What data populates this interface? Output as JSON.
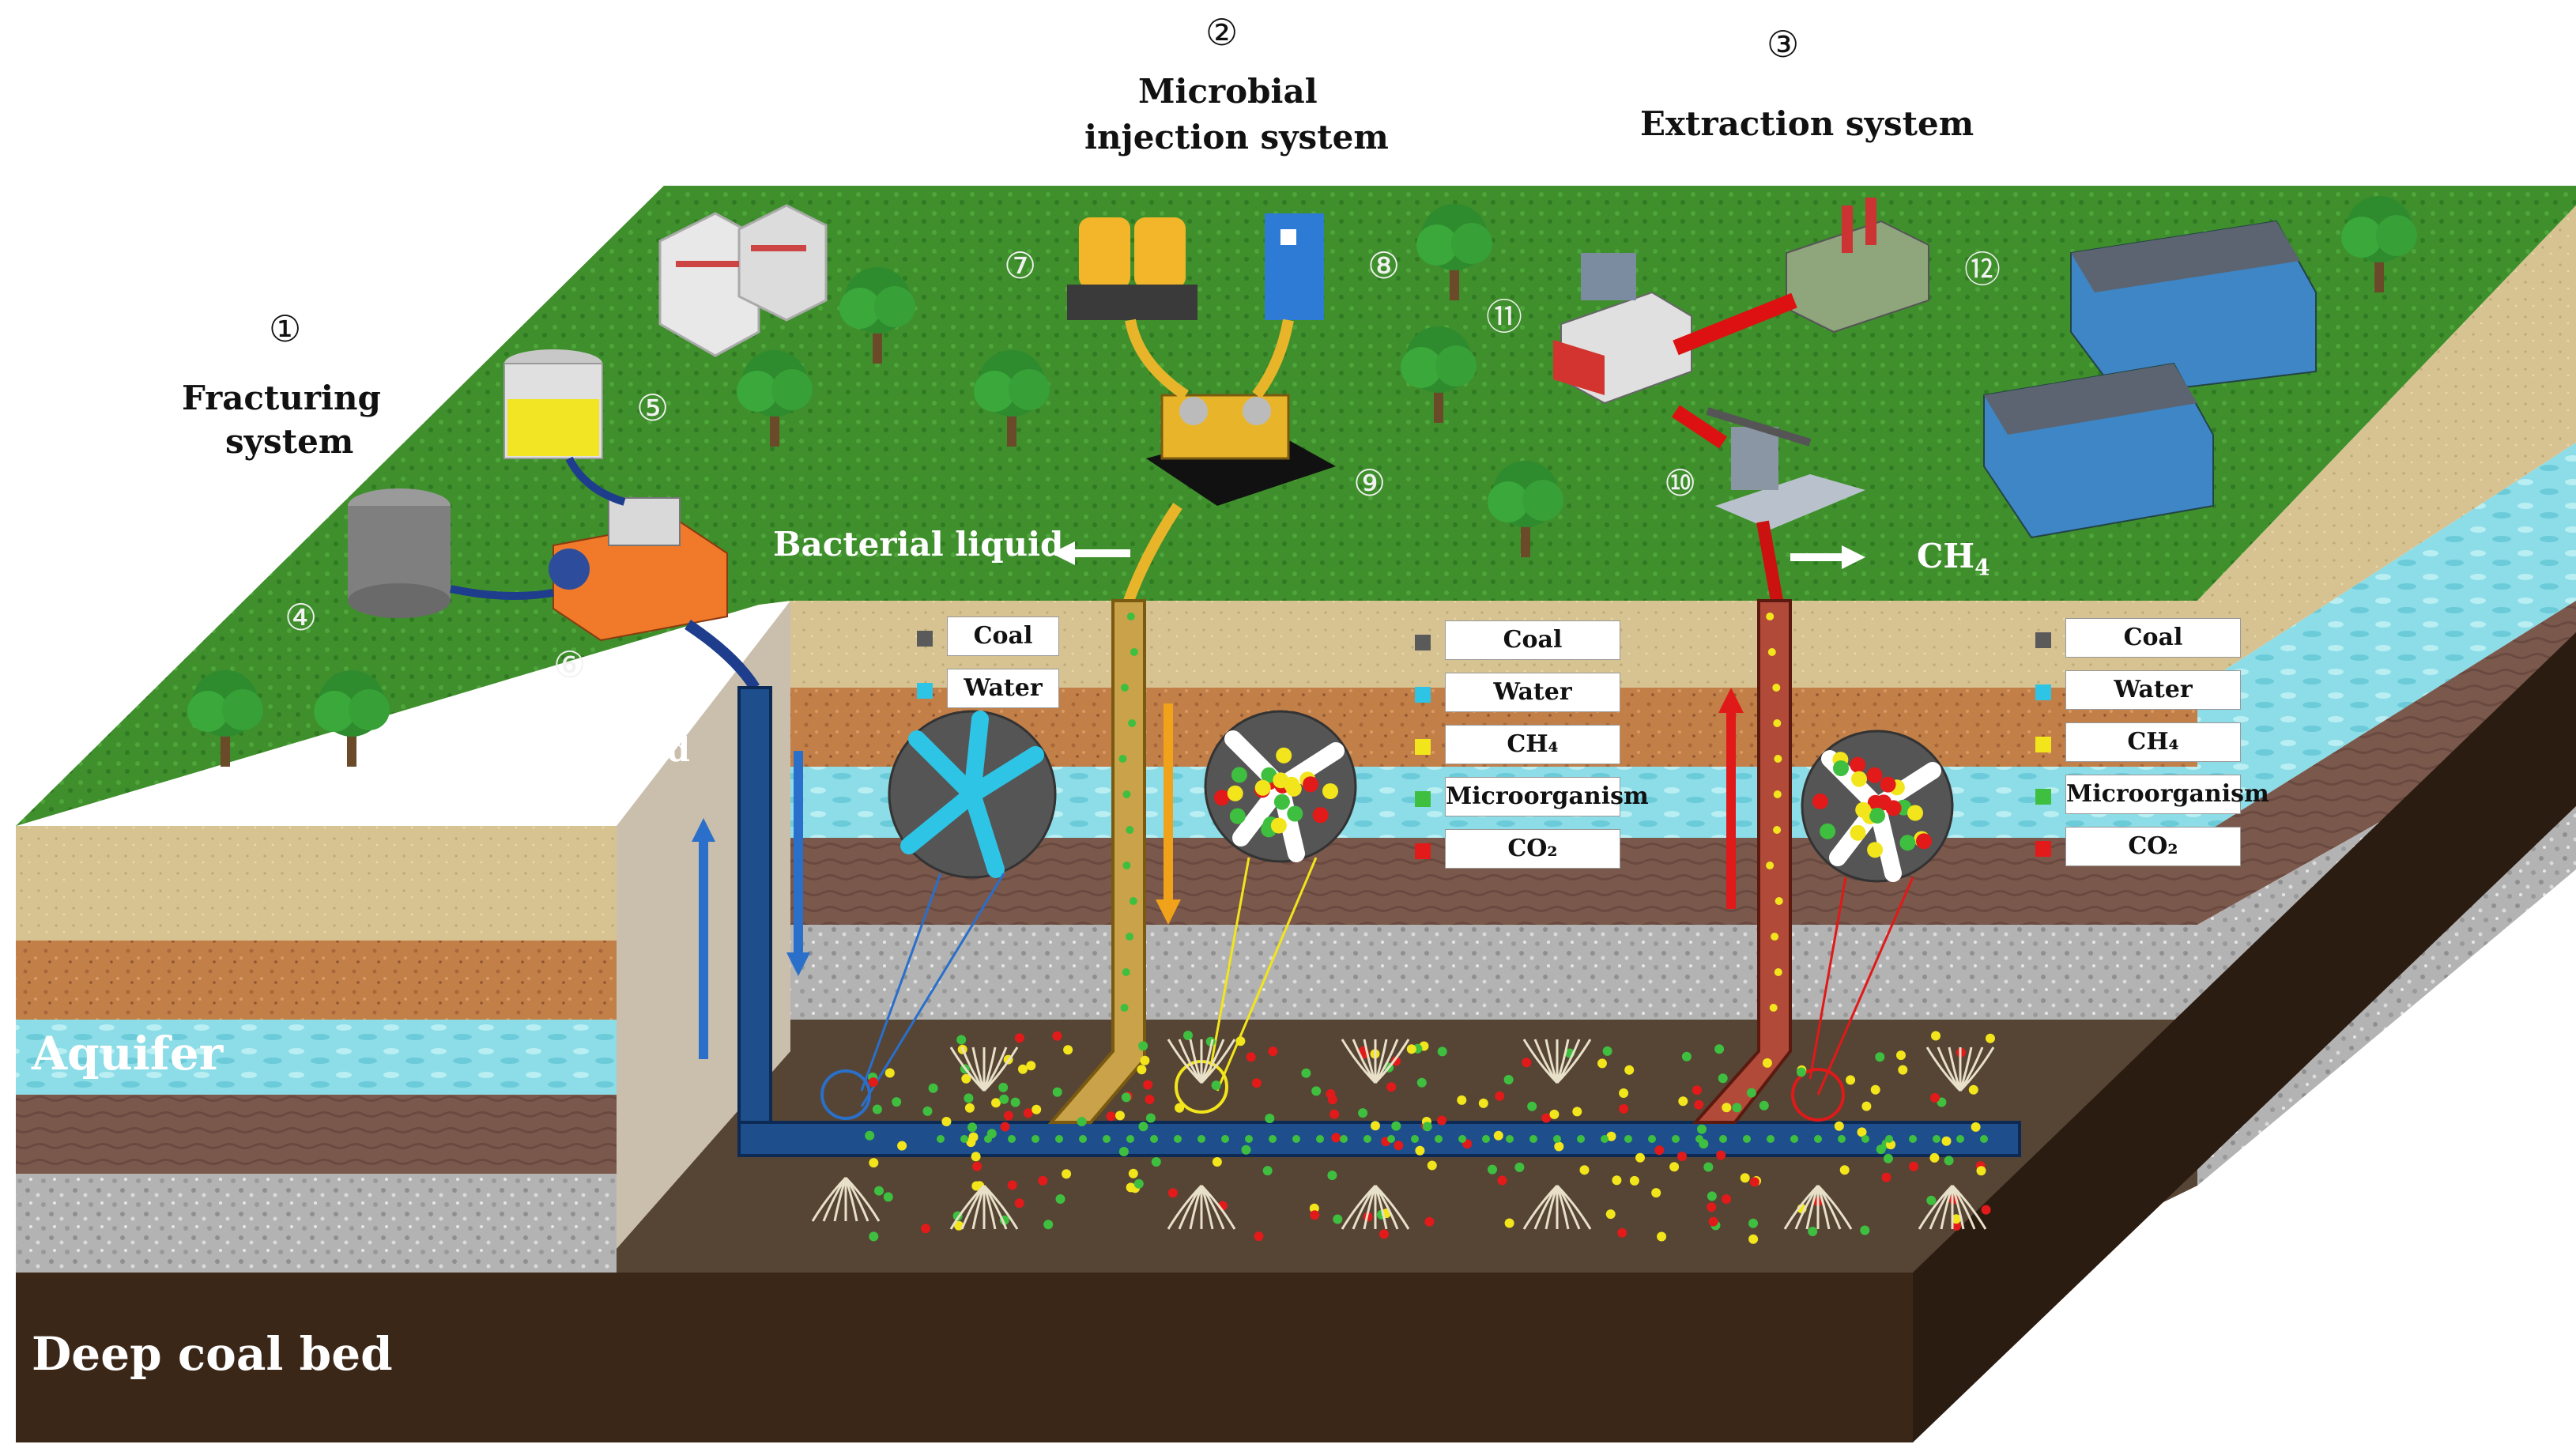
{
  "systems": {
    "fracturing": {
      "number": "①",
      "title_line1": "Fracturing",
      "title_line2": "system"
    },
    "injection": {
      "number": "②",
      "title_line1": "Microbial",
      "title_line2": "injection system"
    },
    "extraction": {
      "number": "③",
      "title": "Extraction system"
    }
  },
  "equipment_numbers": {
    "n4": "④",
    "n5": "⑤",
    "n6": "⑥",
    "n7": "⑦",
    "n8": "⑧",
    "n9": "⑨",
    "n10": "⑩",
    "n11": "⑪",
    "n12": "⑫"
  },
  "flow_labels": {
    "fracturing_fluid": "Fracturing fluid",
    "bacterial_liquid": "Bacterial liquid",
    "ch4": "CH",
    "ch4_sub": "4"
  },
  "strata_labels": {
    "aquifer": "Aquifer",
    "deep_coal_bed": "Deep coal bed"
  },
  "legend_fracturing": [
    {
      "label": "Coal",
      "color": "#5a5a5a"
    },
    {
      "label": "Water",
      "color": "#2ec4e6"
    }
  ],
  "legend_injection": [
    {
      "label": "Coal",
      "color": "#5a5a5a"
    },
    {
      "label": "Water",
      "color": "#2ec4e6"
    },
    {
      "label": "CH₄",
      "color": "#f2e51c"
    },
    {
      "label": "Microorganism",
      "color": "#3fbf3f"
    },
    {
      "label": "CO₂",
      "color": "#e21a1a"
    }
  ],
  "legend_extraction": [
    {
      "label": "Coal",
      "color": "#5a5a5a"
    },
    {
      "label": "Water",
      "color": "#2ec4e6"
    },
    {
      "label": "CH₄",
      "color": "#f2e51c"
    },
    {
      "label": "Microorganism",
      "color": "#3fbf3f"
    },
    {
      "label": "CO₂",
      "color": "#e21a1a"
    }
  ],
  "colors": {
    "grass": "#3f8f2c",
    "sand": "#d8c596",
    "clay": "#c6864f",
    "aquifer": "#86dce6",
    "shale": "#7a5a4e",
    "gravel": "#b9b9b9",
    "coal_bed": "#3a271a",
    "coal_seam": "#564535",
    "pipe_blue": "#1e4f8c",
    "pipe_gold": "#c9a24a",
    "pipe_red": "#b24a3a",
    "arrow_blue": "#2a6fc9",
    "arrow_orange": "#f0a21a",
    "arrow_red": "#e01919"
  }
}
